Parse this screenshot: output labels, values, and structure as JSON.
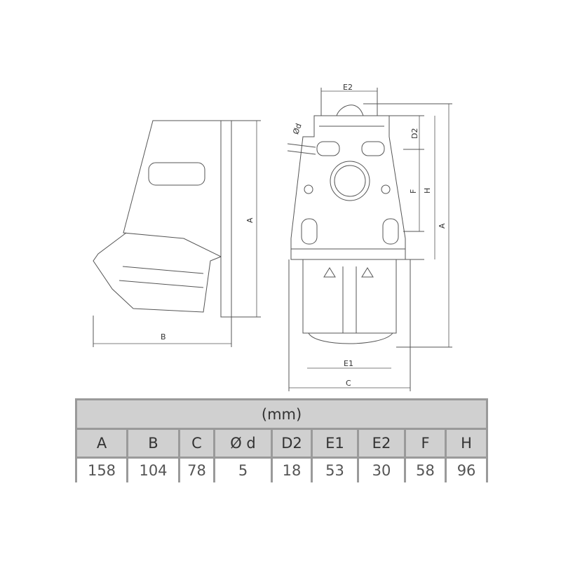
{
  "drawing": {
    "side_view_labels": {
      "height": "A",
      "depth": "B"
    },
    "front_view_labels": {
      "width": "C",
      "hole_diameter": "Ød",
      "d2": "D2",
      "e1": "E1",
      "e2": "E2",
      "f": "F",
      "h": "H",
      "a": "A"
    }
  },
  "table": {
    "unit": "(mm)",
    "columns": [
      "A",
      "B",
      "C",
      "Ø d",
      "D2",
      "E1",
      "E2",
      "F",
      "H"
    ],
    "values": [
      "158",
      "104",
      "78",
      "5",
      "18",
      "53",
      "30",
      "58",
      "96"
    ]
  }
}
